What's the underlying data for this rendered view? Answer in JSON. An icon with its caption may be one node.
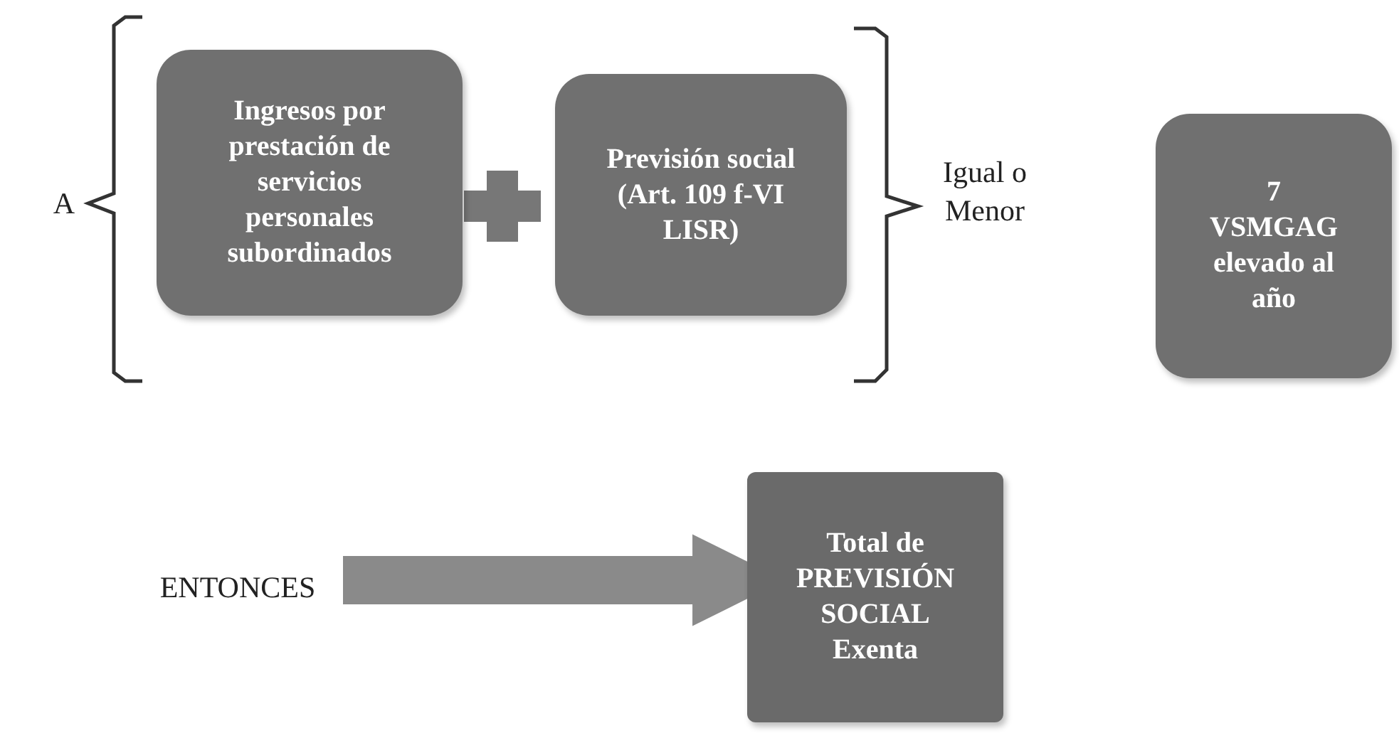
{
  "diagram": {
    "nodes": [
      {
        "text": [
          "A"
        ]
      },
      {
        "text": [
          "Ingresos por prestación de servicios personales subordinados"
        ]
      },
      {
        "text": [
          "Previsión social (Art. 109 f-VI LISR)"
        ]
      },
      {
        "text": [
          "7 VSMGAG elevado al año"
        ]
      },
      {
        "text": [
          "ENTONCES"
        ]
      },
      {
        "text": [
          "Total de PREVISIÓN SOCIAL Exenta"
        ]
      }
    ],
    "edges": [
      {
        "from": 4,
        "to": 5,
        "arrow": "to"
      }
    ],
    "labels": [
      "Igual o Menor"
    ]
  }
}
